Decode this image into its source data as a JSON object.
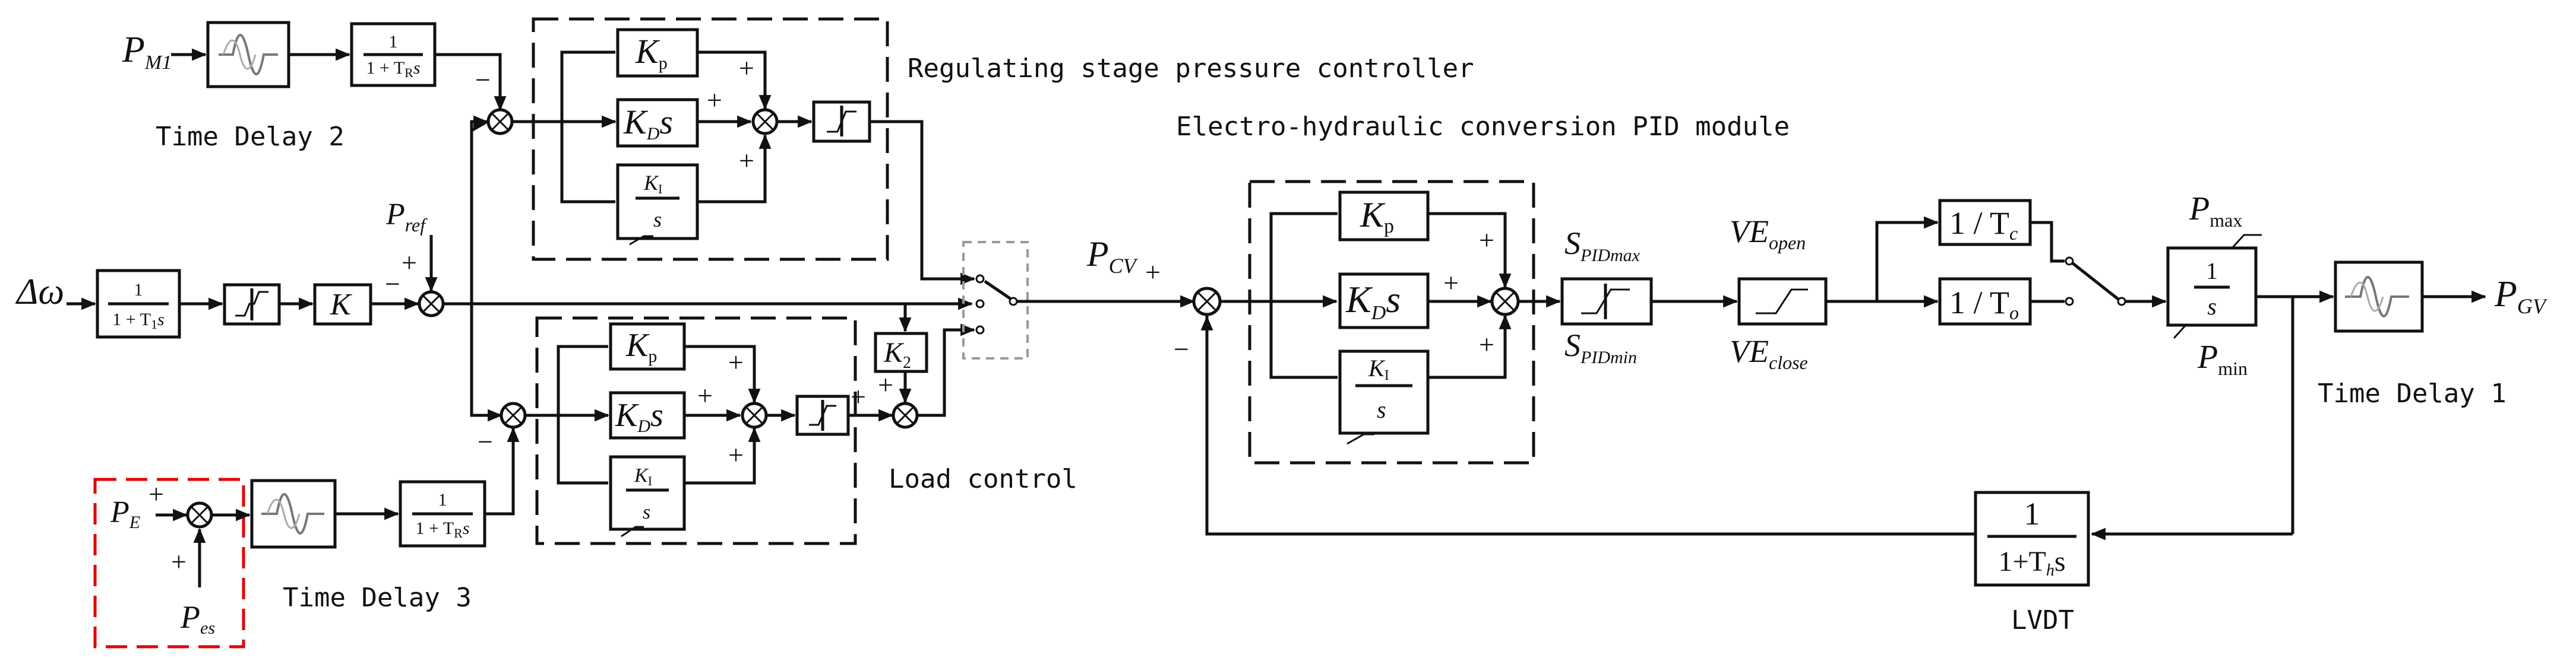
{
  "labels": {
    "regulating_stage": "Regulating stage pressure controller",
    "ehc_pid": "Electro-hydraulic conversion PID module",
    "time_delay_1": "Time Delay 1",
    "time_delay_2": "Time Delay 2",
    "time_delay_3": "Time Delay 3",
    "load_control": "Load control",
    "lvdt": "LVDT"
  },
  "signals": {
    "p_m1": "P",
    "p_m1_sub": "M1",
    "delta_omega": "Δω",
    "p_ref": "P",
    "p_ref_sub": "ref",
    "p_e": "P",
    "p_e_sub": "E",
    "p_es": "P",
    "p_es_sub": "es",
    "p_cv": "P",
    "p_cv_sub": "CV",
    "p_gv": "P",
    "p_gv_sub": "GV",
    "s_pid_max": "S",
    "s_pid_max_sub": "PIDmax",
    "s_pid_min": "S",
    "s_pid_min_sub": "PIDmin",
    "ve_open": "VE",
    "ve_open_sub": "open",
    "ve_close": "VE",
    "ve_close_sub": "close",
    "p_max": "P",
    "p_max_sub": "max",
    "p_min": "P",
    "p_min_sub": "min"
  },
  "blocks": {
    "kp": "K",
    "kp_sub": "p",
    "kd": "K",
    "kd_sub": "D",
    "kd_s": "s",
    "ki": "K",
    "ki_sub": "I",
    "s": "s",
    "one": "1",
    "k": "K",
    "k2": "K",
    "k2_sub": "2",
    "tr_den": "1 + T",
    "tr_sub": "R",
    "t1_den": "1 + T",
    "t1_sub": "1",
    "tc": "1 / T",
    "tc_sub": "c",
    "to": "1 / T",
    "to_sub": "o",
    "th_den": "1+T",
    "th_sub": "h",
    "th_s": "s"
  },
  "signs": {
    "plus": "+",
    "minus": "−"
  }
}
